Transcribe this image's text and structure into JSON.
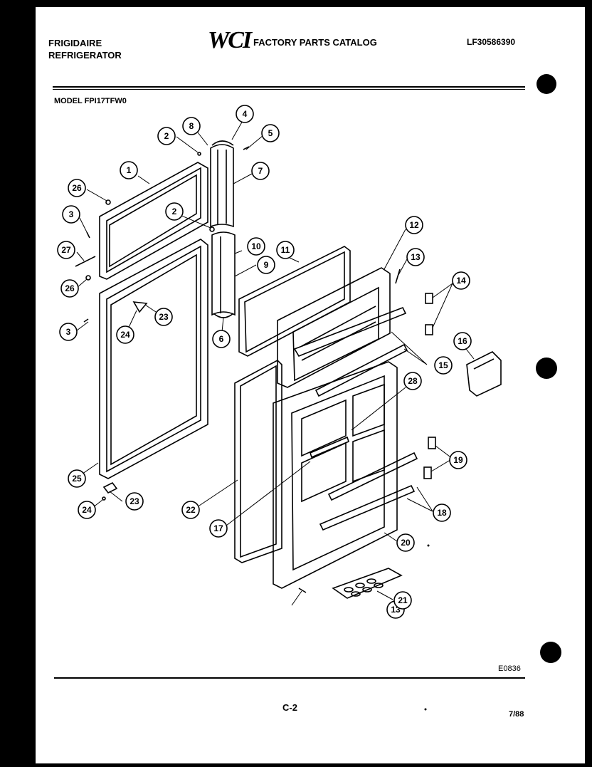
{
  "header": {
    "brand_line1": "FRIGIDAIRE",
    "brand_line2": "REFRIGERATOR",
    "logo": "WCI",
    "catalog_title": "FACTORY PARTS CATALOG",
    "part_number": "LF30586390"
  },
  "model": "MODEL FPI17TFW0",
  "callouts": [
    "1",
    "2",
    "2",
    "3",
    "3",
    "4",
    "5",
    "6",
    "7",
    "8",
    "9",
    "10",
    "11",
    "12",
    "13",
    "13",
    "14",
    "15",
    "16",
    "17",
    "18",
    "19",
    "20",
    "21",
    "22",
    "23",
    "23",
    "24",
    "24",
    "25",
    "26",
    "26",
    "27",
    "28"
  ],
  "footer": {
    "drawing_code": "E0836",
    "page": "C-2",
    "date": "7/88"
  },
  "colors": {
    "ink": "#000000",
    "paper": "#ffffff",
    "scan_border": "#000000"
  }
}
